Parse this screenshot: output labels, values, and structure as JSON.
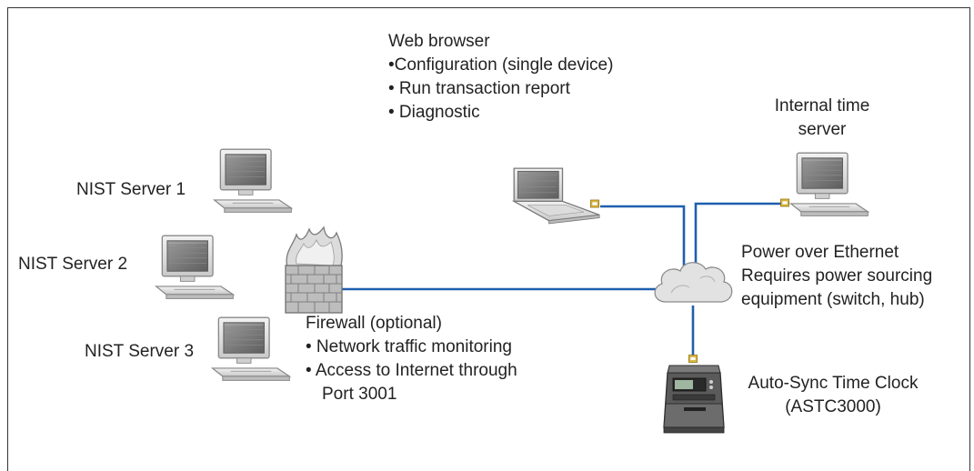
{
  "web_browser": {
    "title": "Web browser",
    "items": [
      "•Configuration (single device)",
      "• Run transaction report",
      "• Diagnostic"
    ]
  },
  "internal_time_server": {
    "line1": "Internal time",
    "line2": "server"
  },
  "nist_servers": [
    "NIST Server 1",
    "NIST Server 2",
    "NIST Server 3"
  ],
  "poe": {
    "line1": "Power over Ethernet",
    "line2": "Requires power sourcing",
    "line3": "equipment (switch, hub)"
  },
  "firewall": {
    "title": "Firewall (optional)",
    "item1": "• Network traffic monitoring",
    "item2": "• Access to Internet through",
    "item2_cont": "Port 3001"
  },
  "time_clock": {
    "line1": "Auto-Sync Time Clock",
    "line2": "(ASTC3000)"
  },
  "colors": {
    "network_line": "#1f5fae",
    "connector": "#e8c23a"
  },
  "icons": [
    "desktop-computer-icon",
    "laptop-icon",
    "firewall-icon",
    "cloud-icon",
    "time-clock-icon",
    "network-connector-icon"
  ]
}
